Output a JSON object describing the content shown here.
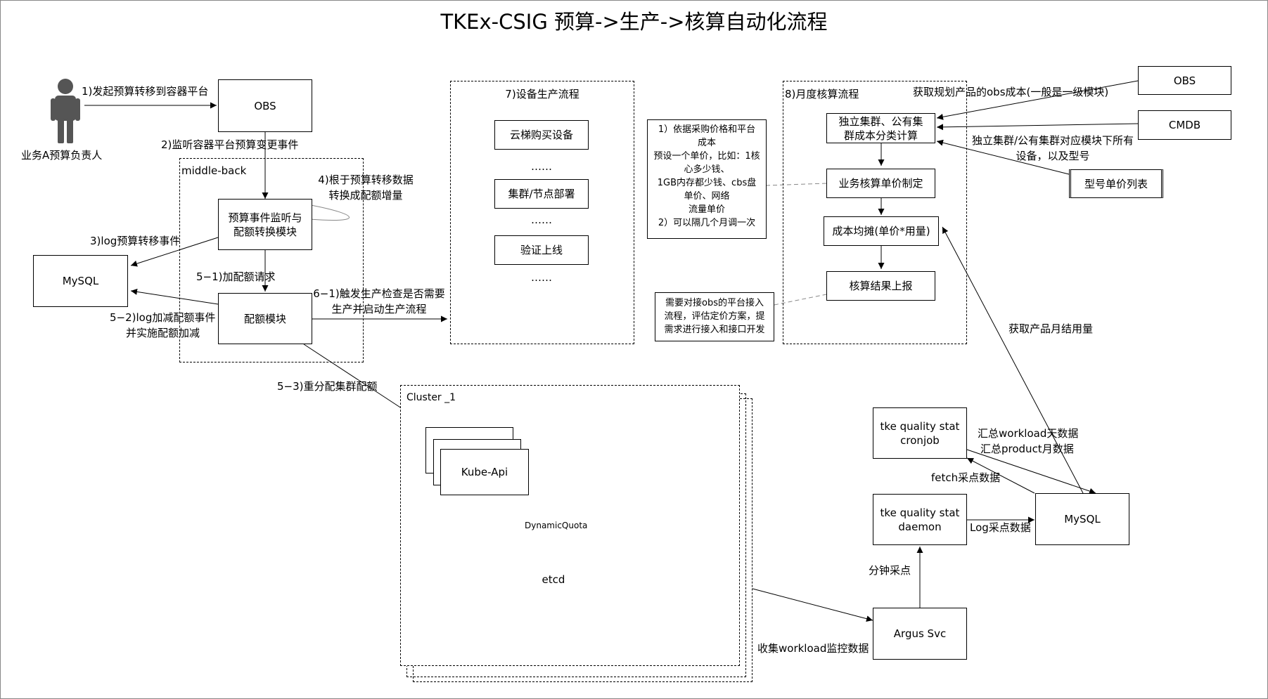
{
  "title": "TKEx-CSIG 预算->生产->核算自动化流程",
  "actor": {
    "label": "业务A预算负责人"
  },
  "groups": {
    "middle_back": "middle-back",
    "production": "7)设备生产流程",
    "monthly": "8)月度核算流程",
    "cluster": "Cluster _1"
  },
  "nodes": {
    "obs_top": "OBS",
    "budget_listener_1": "预算事件监听与",
    "budget_listener_2": "配额转换模块",
    "mysql_left": "MySQL",
    "quota_module": "配额模块",
    "buy_device": "云梯购买设备",
    "cluster_deploy": "集群/节点部署",
    "verify_online": "验证上线",
    "ellipsis": "……",
    "cost_classify_1": "独立集群、公有集",
    "cost_classify_2": "群成本分类计算",
    "unit_price": "业务核算单价制定",
    "cost_share": "成本均摊(单价*用量)",
    "report": "核算结果上报",
    "obs_right": "OBS",
    "cmdb": "CMDB",
    "model_price": "型号单价列表",
    "kube_api": "Kube-Api",
    "etcd": "etcd",
    "cronjob_1": "tke quality stat",
    "cronjob_2": "cronjob",
    "daemon_1": "tke quality stat",
    "daemon_2": "daemon",
    "mysql_right": "MySQL",
    "argus": "Argus Svc"
  },
  "notes": {
    "pricing": [
      "1）依据采购价格和平台",
      "成本",
      "预设一个单价，比如：1核",
      "心多少钱、",
      "1GB内存都少钱、cbs盘",
      "单价、网络",
      "流量单价",
      "2）可以隔几个月调一次"
    ],
    "obs_access": [
      "需要对接obs的平台接入",
      "流程，评估定价方案，提",
      "需求进行接入和接口开发"
    ]
  },
  "edges": {
    "e1": "1)发起预算转移到容器平台",
    "e2": "2)监听容器平台预算变更事件",
    "e3": "3)log预算转移事件",
    "e4_1": "4)根于预算转移数据",
    "e4_2": "转换成配额增量",
    "e51": "5−1)加配额请求",
    "e52_1": "5−2)log加减配额事件",
    "e52_2": "并实施配额加减",
    "e53": "5−3)重分配集群配额",
    "e61_1": "6−1)触发生产检查是否需要",
    "e61_2": "生产并启动生产流程",
    "obs_cost": "获取规划产品的obs成本(一般是一级模块)",
    "cmdb_1": "独立集群/公有集群对应模块下所有",
    "cmdb_2": "设备，以及型号",
    "monthly_usage": "获取产品月结用量",
    "dynamic_quota": "DynamicQuota",
    "sum_1": "汇总workload天数据",
    "sum_2": "汇总product月数据",
    "fetch": "fetch采点数据",
    "log_points": "Log采点数据",
    "minute_sample": "分钟采点",
    "collect": "收集workload监控数据"
  }
}
